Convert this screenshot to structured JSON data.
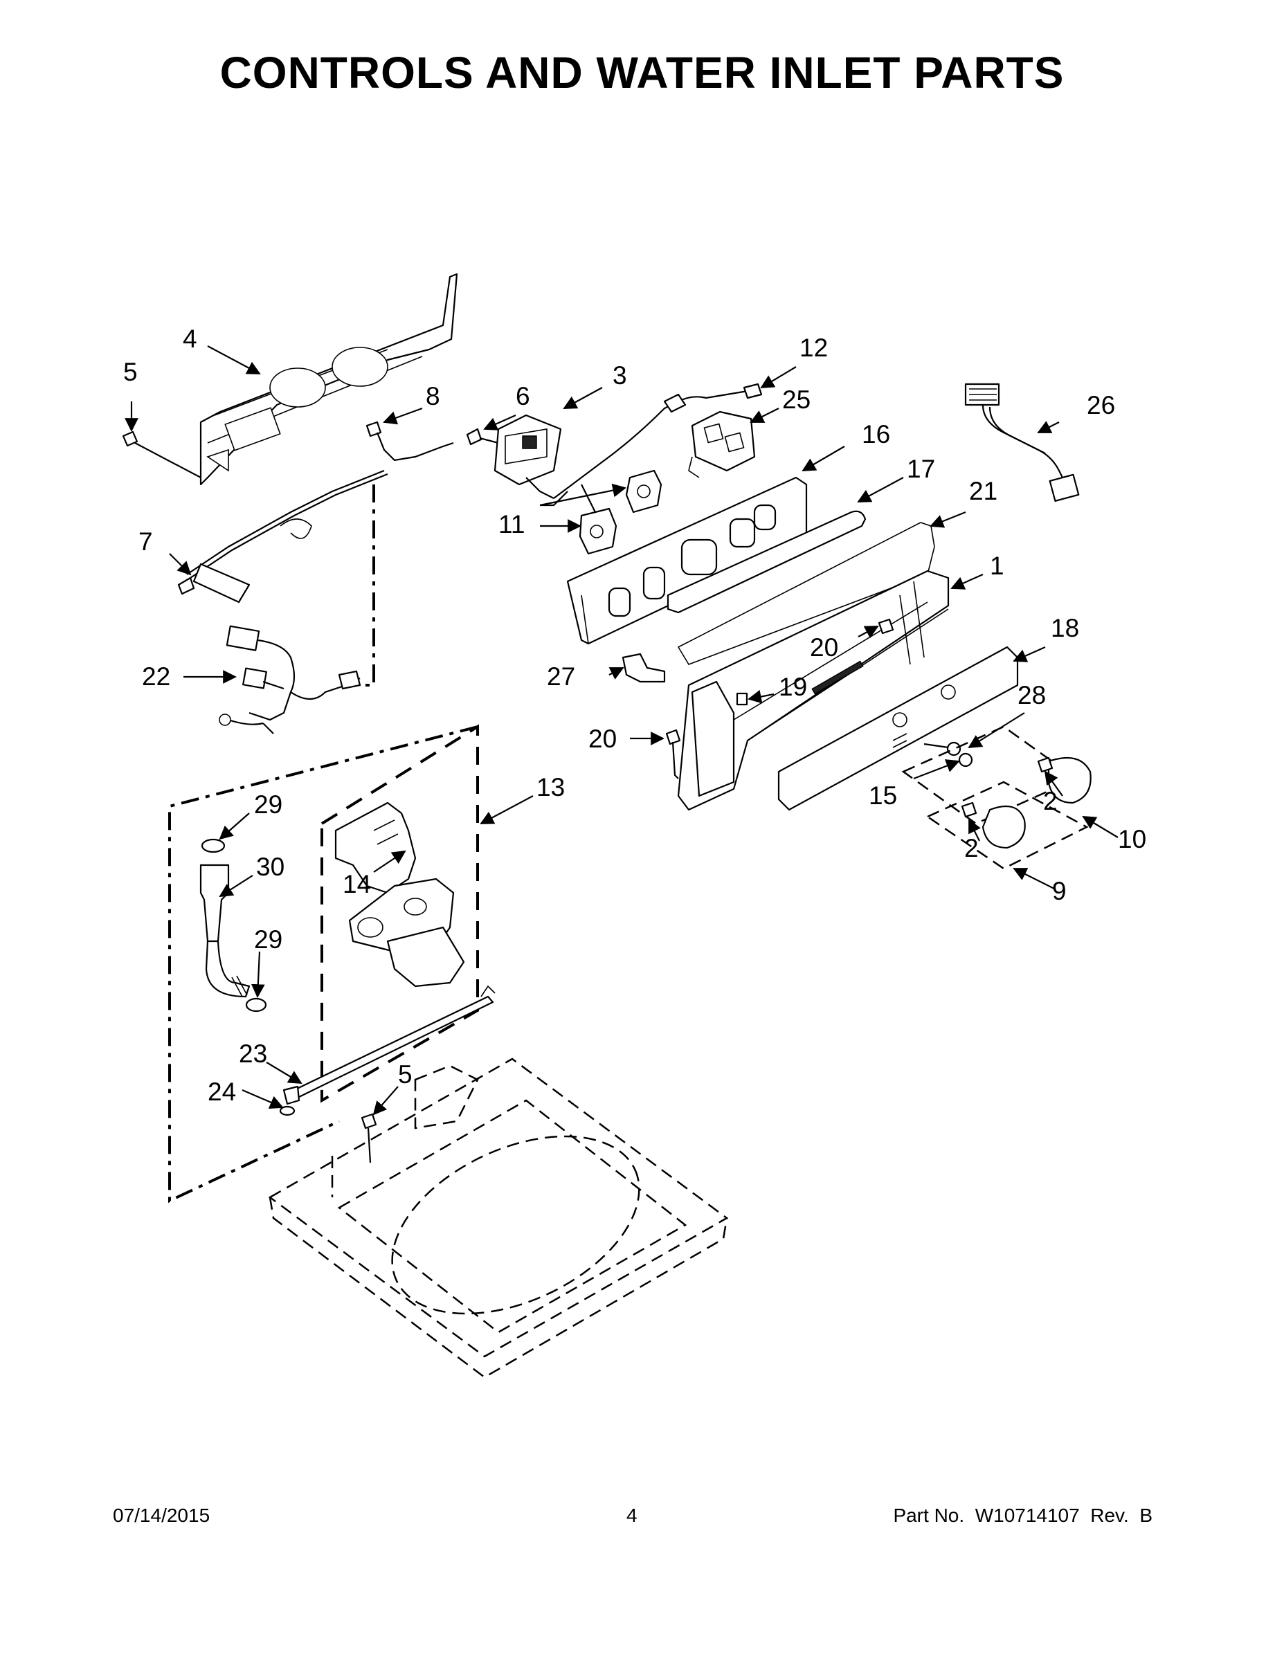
{
  "title": "CONTROLS AND WATER INLET PARTS",
  "callouts": {
    "c1": "1",
    "c2a": "2",
    "c2b": "2",
    "c3": "3",
    "c4": "4",
    "c5a": "5",
    "c5b": "5",
    "c6": "6",
    "c7": "7",
    "c8": "8",
    "c9": "9",
    "c10": "10",
    "c11": "11",
    "c12": "12",
    "c13": "13",
    "c14": "14",
    "c15": "15",
    "c16": "16",
    "c17": "17",
    "c18": "18",
    "c19": "19",
    "c20a": "20",
    "c20b": "20",
    "c21": "21",
    "c22": "22",
    "c23": "23",
    "c24": "24",
    "c25": "25",
    "c26": "26",
    "c27": "27",
    "c28": "28",
    "c29a": "29",
    "c29b": "29",
    "c30": "30"
  },
  "footer": {
    "date": "07/14/2015",
    "page": "4",
    "part_no": "Part No.  W10714107  Rev.  B"
  }
}
